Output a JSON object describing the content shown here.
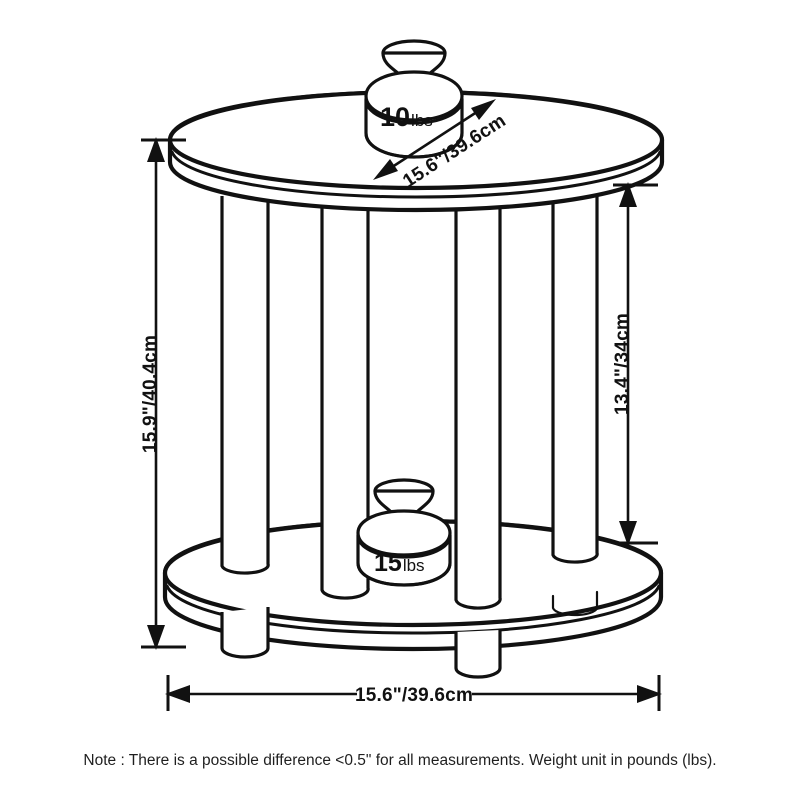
{
  "diagram": {
    "product": "Round 2-tier end table",
    "dimensions": {
      "height_label": "15.9\"/40.4cm",
      "shelf_height_label": "13.4\"/34cm",
      "top_diameter_label": "15.6\"/39.6cm",
      "base_diameter_label": "15.6\"/39.6cm"
    },
    "weights": {
      "top": {
        "value": "10",
        "unit": "lbs"
      },
      "shelf": {
        "value": "15",
        "unit": "lbs"
      }
    },
    "note": "Note : There is a possible difference <0.5\" for all measurements. Weight unit in pounds (lbs).",
    "colors": {
      "line": "#111111",
      "fill": "#ffffff",
      "text": "#1a1a1a"
    },
    "icons": {
      "weight_top": "weight-block-icon",
      "weight_shelf": "weight-block-icon",
      "arrow_up": "arrow-up-icon",
      "arrow_down": "arrow-down-icon",
      "arrow_left": "arrow-left-icon",
      "arrow_right": "arrow-right-icon",
      "arrow_diagonal": "double-arrow-diagonal-icon"
    }
  }
}
